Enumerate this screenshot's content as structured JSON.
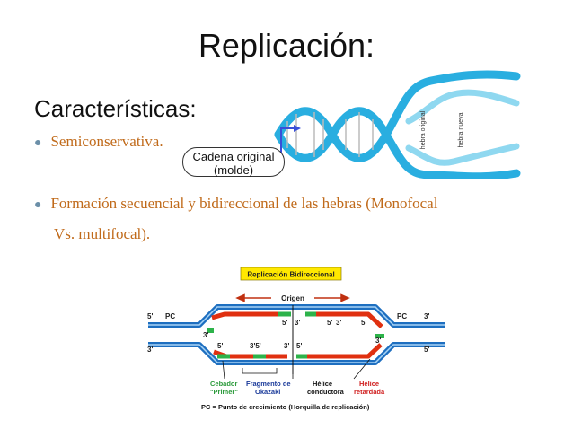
{
  "slide": {
    "title": "Replicación:",
    "subtitle": "Características:",
    "bullets": [
      "Semiconservativa.",
      "Formación secuencial y bidireccional de las hebras (Monofocal",
      "Vs. multifocal)."
    ]
  },
  "helix_figure": {
    "callout_line1": "Cadena original",
    "callout_line2": "(molde)",
    "strand_labels": [
      "hebra original",
      "hebra nueva"
    ],
    "colors": {
      "strand": "#29aee0",
      "callout_arrow": "#3a4fd8"
    }
  },
  "fork_diagram": {
    "header": "Replicación Bidireccional",
    "origin": "Origen",
    "pc_left": "PC",
    "pc_right": "PC",
    "prime_5": "5'",
    "prime_3": "3'",
    "prime_35": "3'5'",
    "legend": {
      "primer_1": "Cebador",
      "primer_2": "\"Primer\"",
      "okazaki_1": "Fragmento de",
      "okazaki_2": "Okazaki",
      "leading_1": "Hélice",
      "leading_2": "conductora",
      "lagging_1": "Hélice",
      "lagging_2": "retardada"
    },
    "footer": "PC = Punto de crecimiento (Horquilla de replicación)",
    "colors": {
      "template": "#1e6fc0",
      "new_strand": "#e03010",
      "primer": "#2db34a",
      "header_bg": "#ffe800",
      "primer_label": "#2a9a3a",
      "okazaki_label": "#1a3a9a",
      "lagging_label": "#d02020"
    }
  }
}
